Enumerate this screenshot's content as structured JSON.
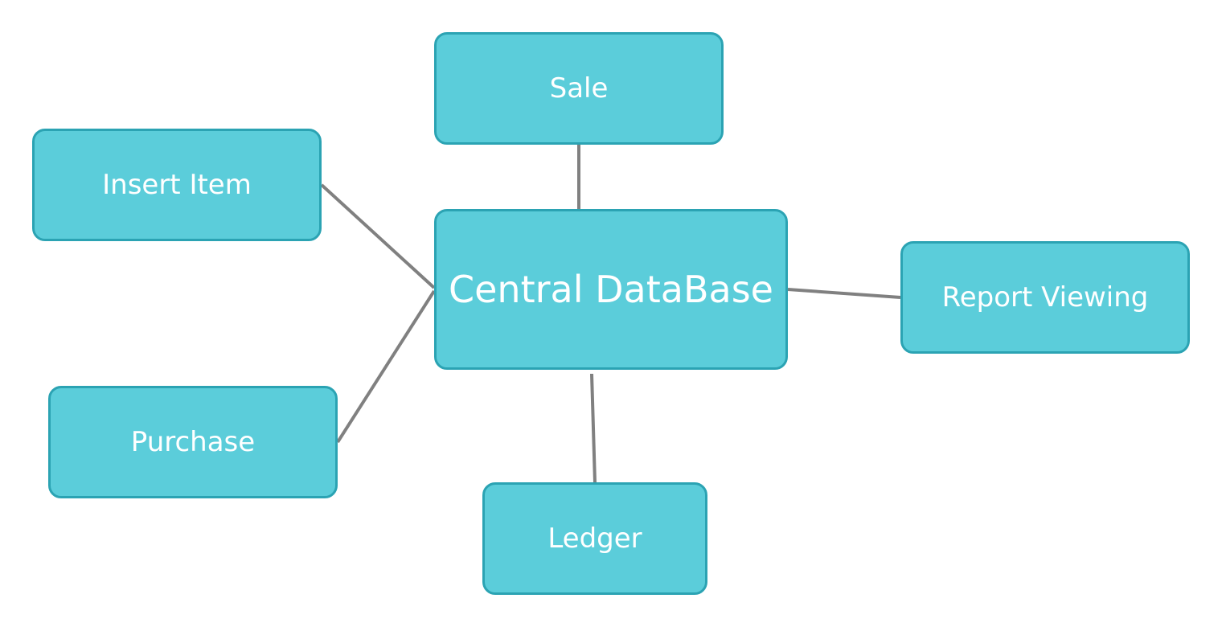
{
  "diagram": {
    "nodes": {
      "central": {
        "label": "Central DataBase"
      },
      "sale": {
        "label": "Sale"
      },
      "insert_item": {
        "label": "Insert Item"
      },
      "report_viewing": {
        "label": "Report Viewing"
      },
      "purchase": {
        "label": "Purchase"
      },
      "ledger": {
        "label": "Ledger"
      }
    },
    "edges": [
      {
        "from": "central",
        "to": "sale"
      },
      {
        "from": "central",
        "to": "insert_item"
      },
      {
        "from": "central",
        "to": "report_viewing"
      },
      {
        "from": "central",
        "to": "purchase"
      },
      {
        "from": "central",
        "to": "ledger"
      }
    ],
    "colors": {
      "node_fill": "#5bcdda",
      "node_border": "#2ba3b3",
      "node_text": "#ffffff",
      "edge": "#808080"
    }
  }
}
